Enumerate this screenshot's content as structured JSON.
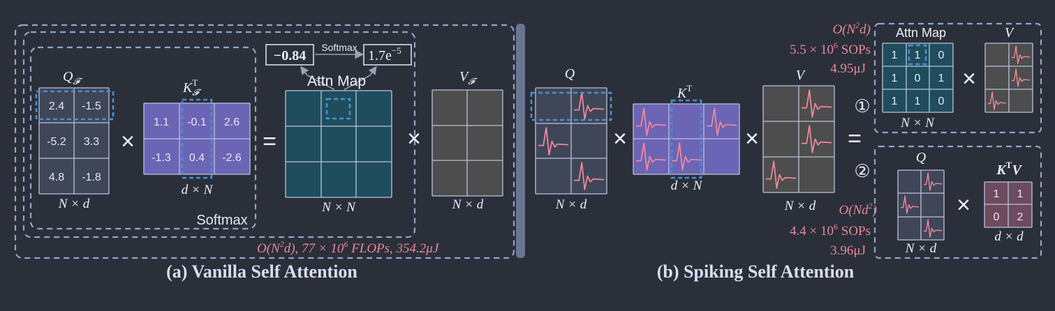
{
  "vanilla": {
    "title": "(a) Vanilla Self Attention",
    "q_label": "Q",
    "q_sub": "𝓕",
    "q_values": [
      [
        "2.4",
        "-1.5"
      ],
      [
        "-5.2",
        "3.3"
      ],
      [
        "4.8",
        "-1.8"
      ]
    ],
    "q_dim": "N × d",
    "k_label": "K",
    "k_sup": "T",
    "k_sub": "𝓕",
    "k_values": [
      [
        "1.1",
        "-0.1",
        "2.6"
      ],
      [
        "-1.3",
        "0.4",
        "-2.6"
      ]
    ],
    "k_dim": "d × N",
    "softmax_box_label": "Softmax",
    "score_in": "−0.84",
    "softmax_arrow": "Softmax",
    "score_out_base": "1.7e",
    "score_out_exp": "−5",
    "attn_label": "Attn Map",
    "attn_dim": "N × N",
    "v_label": "V",
    "v_sub": "𝓕",
    "v_dim": "N × d",
    "cost_a": "O(N",
    "cost_b": "2",
    "cost_c": "d),  77 × 10",
    "cost_d": "6",
    "cost_e": " FLOPs,  354.2μJ",
    "times": "×",
    "equals": "="
  },
  "spiking": {
    "title": "(b) Spiking Self Attention",
    "q_label": "Q",
    "q_dim": "N × d",
    "k_label": "K",
    "k_sup": "T",
    "k_dim": "d × N",
    "v_label": "V",
    "v_dim": "N × d",
    "top_cost_1a": "O(N",
    "top_cost_1b": "2",
    "top_cost_1c": "d)",
    "top_cost_2a": "5.5 × 10",
    "top_cost_2b": "6",
    "top_cost_2c": " SOPs",
    "top_cost_3": "4.95μJ",
    "attn_label": "Attn Map",
    "attn_values": [
      [
        "1",
        "1",
        "0"
      ],
      [
        "1",
        "0",
        "1"
      ],
      [
        "1",
        "1",
        "0"
      ]
    ],
    "attn_dim": "N × N",
    "v2_label": "V",
    "circle1": "①",
    "circle2": "②",
    "q2_label": "Q",
    "q2_dim": "N × d",
    "ktv_label_a": "K",
    "ktv_label_b": "T",
    "ktv_label_c": "V",
    "ktv_values": [
      [
        "1",
        "1"
      ],
      [
        "0",
        "2"
      ]
    ],
    "ktv_dim": "d × d",
    "bot_cost_1a": "O(Nd",
    "bot_cost_1b": "2",
    "bot_cost_1c": ")",
    "bot_cost_2a": "4.4 × 10",
    "bot_cost_2b": "6",
    "bot_cost_2c": " SOPs",
    "bot_cost_3": "3.96μJ",
    "times": "×",
    "equals": "="
  },
  "colors": {
    "background": "#2b2f3a",
    "q_cell": "#3f4657",
    "k_cell": "#6c64b4",
    "attn_cell": "#1f4d5e",
    "v_cell": "#4d4d4d",
    "ktv_cell": "#6e4a5e",
    "spike": "#f0889b",
    "highlight": "#4a90d0",
    "dashed_frame": "#8fa6c8",
    "pink_text": "#e6899a"
  }
}
